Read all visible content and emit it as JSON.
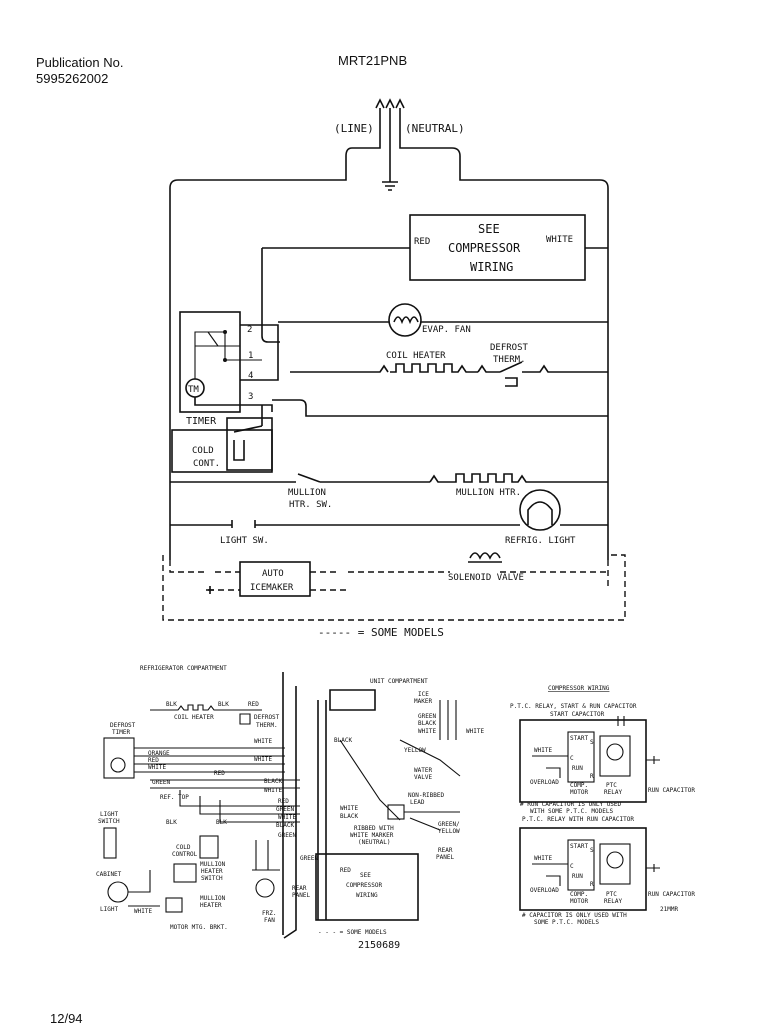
{
  "header": {
    "publication_label": "Publication No.",
    "publication_number": "5995262002",
    "model": "MRT21PNB"
  },
  "schematic": {
    "line": "(LINE)",
    "neutral": "(NEUTRAL)",
    "compressor_box": [
      "SEE",
      "COMPRESSOR",
      "WIRING"
    ],
    "red": "RED",
    "white": "WHITE",
    "evap_fan": "EVAP. FAN",
    "coil_heater": "COIL HEATER",
    "defrost_therm_1": "DEFROST",
    "defrost_therm_2": "THERM.",
    "timer": "TIMER",
    "timer_motor": "TM",
    "term_1": "1",
    "term_2": "2",
    "term_3": "3",
    "term_4": "4",
    "cold_cont_1": "COLD",
    "cold_cont_2": "CONT.",
    "mullion_htr_sw_1": "MULLION",
    "mullion_htr_sw_2": "HTR. SW.",
    "mullion_htr": "MULLION HTR.",
    "light_sw": "LIGHT SW.",
    "refrig_light": "REFRIG. LIGHT",
    "auto_icemaker_1": "AUTO",
    "auto_icemaker_2": "ICEMAKER",
    "solenoid_valve": "SOLENOID VALVE",
    "some_models": "----- = SOME MODELS"
  },
  "wiring": {
    "refrigerator_compartment": "REFRIGERATOR COMPARTMENT",
    "unit_compartment": "UNIT COMPARTMENT",
    "blk": "BLK",
    "red": "RED",
    "coil_heater": "COIL HEATER",
    "defrost_therm_1": "DEFROST",
    "defrost_therm_2": "THERM.",
    "defrost_timer_1": "DEFROST",
    "defrost_timer_2": "TIMER",
    "white": "WHITE",
    "orange": "ORANGE",
    "green": "GREEN",
    "black": "BLACK",
    "yellow": "YELLOW",
    "ref_top": "REF. TOP",
    "light_switch_1": "LIGHT",
    "light_switch_2": "SWITCH",
    "cold_control_1": "COLD",
    "cold_control_2": "CONTROL",
    "mullion_heater_switch_1": "MULLION",
    "mullion_heater_switch_2": "HEATER",
    "mullion_heater_switch_3": "SWITCH",
    "cabinet_light_1": "CABINET",
    "cabinet_light_2": "LIGHT",
    "mullion_heater_1": "MULLION",
    "mullion_heater_2": "HEATER",
    "motor_mtg_brkt": "MOTOR MTG. BRKT.",
    "frz_fan_1": "FRZ.",
    "frz_fan_2": "FAN",
    "ice_maker_1": "ICE",
    "ice_maker_2": "MAKER",
    "water_valve_1": "WATER",
    "water_valve_2": "VALVE",
    "non_ribbed_lead_1": "NON-RIBBED",
    "non_ribbed_lead_2": "LEAD",
    "ribbed_with_white_marker_1": "RIBBED WITH",
    "ribbed_with_white_marker_2": "WHITE MARKER",
    "ribbed_with_white_marker_3": "(NEUTRAL)",
    "green_yellow_1": "GREEN/",
    "green_yellow_2": "YELLOW",
    "rear_panel_1": "REAR",
    "rear_panel_2": "PANEL",
    "see_compressor_1": "SEE",
    "see_compressor_2": "COMPRESSOR",
    "see_compressor_3": "WIRING",
    "some_models": "- - - = SOME MODELS",
    "drawing_number": "2150689"
  },
  "compressor_wiring": {
    "title": "COMPRESSOR WIRING",
    "ptc_relay_1": "P.T.C. RELAY, START & RUN CAPACITOR",
    "start_capacitor": "START CAPACITOR",
    "start": "START",
    "run": "RUN",
    "comp_motor_1": "COMP.",
    "comp_motor_2": "MOTOR",
    "ptc_relay_label_1": "PTC",
    "ptc_relay_label_2": "RELAY",
    "overload": "OVERLOAD",
    "white": "WHITE",
    "run_capacitor": "RUN CAPACITOR",
    "note_1a": "# RUN CAPACITOR IS ONLY USED",
    "note_1b": "WITH SOME P.T.C. MODELS",
    "ptc_relay_2": "P.T.C. RELAY WITH RUN CAPACITOR",
    "sym_s": "S",
    "sym_c": "C",
    "sym_r": "R",
    "note_2a": "# CAPACITOR IS ONLY USED WITH",
    "note_2b": "SOME P.T.C. MODELS",
    "ohms": "21MMR"
  },
  "footer": {
    "date": "12/94"
  }
}
